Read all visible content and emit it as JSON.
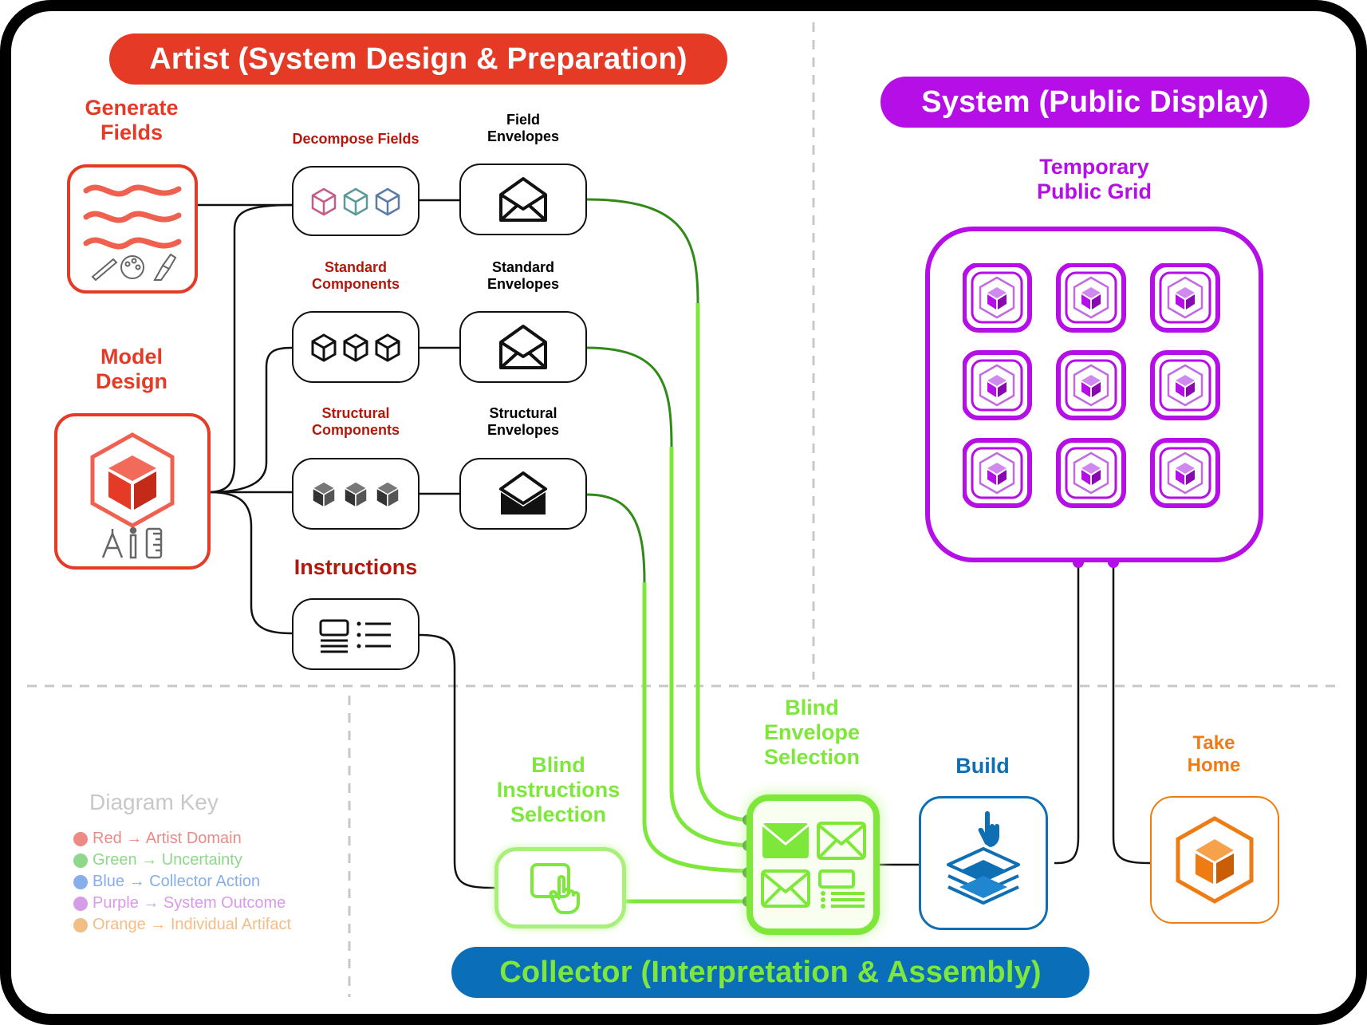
{
  "sections": {
    "artist_title": "Artist (System Design & Preparation)",
    "system_title": "System (Public Display)",
    "collector_title": "Collector (Interpretation & Assembly)"
  },
  "artist": {
    "generate_fields": "Generate\nFields",
    "model_design": "Model\nDesign",
    "decompose_fields": "Decompose Fields",
    "field_envelopes": "Field\nEnvelopes",
    "standard_components": "Standard\nComponents",
    "standard_envelopes": "Standard\nEnvelopes",
    "structural_components": "Structural\nComponents",
    "structural_envelopes": "Structural\nEnvelopes",
    "instructions": "Instructions"
  },
  "system": {
    "temporary_grid": "Temporary\nPublic Grid"
  },
  "collector": {
    "blind_instructions": "Blind\nInstructions\nSelection",
    "blind_envelope": "Blind\nEnvelope\nSelection",
    "build": "Build",
    "take_home": "Take\nHome"
  },
  "key": {
    "title": "Diagram Key",
    "items": [
      {
        "label": "Red → Artist Domain",
        "color": "#ee8a86"
      },
      {
        "label": "Green → Uncertainty",
        "color": "#8fd88a"
      },
      {
        "label": "Blue → Collector Action",
        "color": "#86aee8"
      },
      {
        "label": "Purple → System Outcome",
        "color": "#d89be8"
      },
      {
        "label": "Orange → Individual Artifact",
        "color": "#f3bd86"
      }
    ]
  },
  "colors": {
    "red": "#e43a26",
    "dark_red": "#b3180c",
    "purple": "#b50ee6",
    "green": "#7de83a",
    "dark_green": "#2f8a17",
    "blue": "#0f6fb5",
    "orange": "#ef7c12",
    "collector_pill": "#0a6fb8"
  }
}
